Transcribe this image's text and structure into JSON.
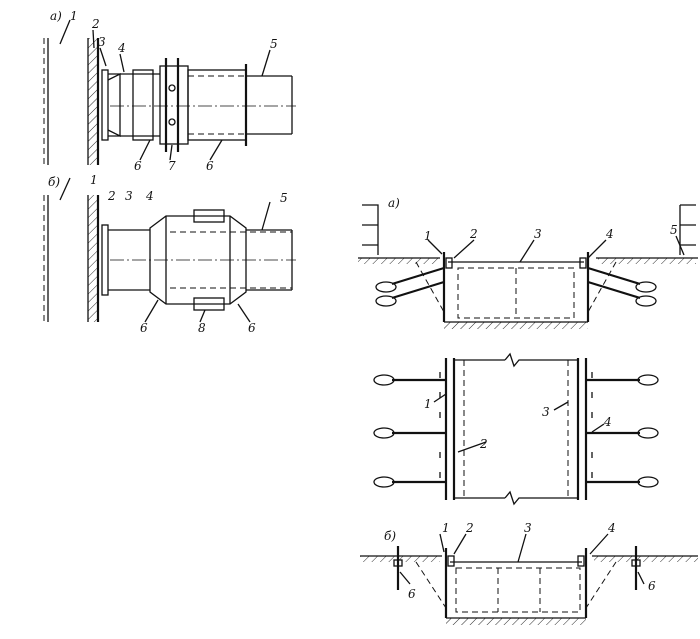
{
  "figure_top_left": {
    "subfig_a": "а)",
    "subfig_b": "б)",
    "labels_a": [
      "1",
      "2",
      "3",
      "4",
      "5",
      "6",
      "7",
      "6"
    ],
    "labels_b": [
      "1",
      "2",
      "3",
      "4",
      "5",
      "6",
      "8",
      "6"
    ]
  },
  "figure_right": {
    "subfig_a": "а)",
    "subfig_b": "б)",
    "labels_a": [
      "1",
      "2",
      "3",
      "4",
      "5"
    ],
    "labels_plan": [
      "1",
      "2",
      "3",
      "4"
    ],
    "labels_b": [
      "1",
      "2",
      "3",
      "4",
      "6",
      "6"
    ]
  }
}
